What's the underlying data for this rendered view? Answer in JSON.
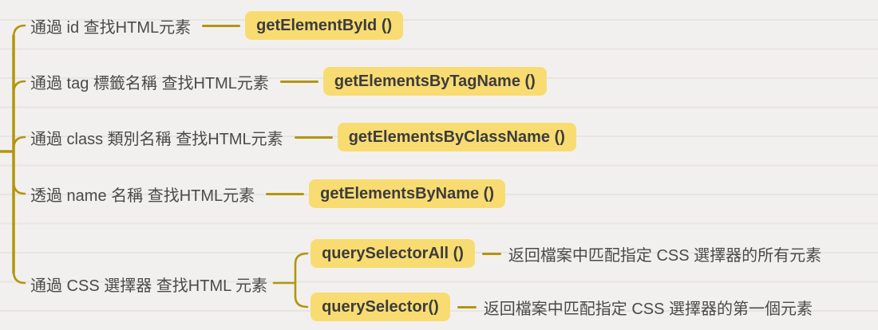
{
  "palette": {
    "line_color": "#B3950E",
    "highlight_color": "#F8DC72",
    "topic_text_color": "#3C3C3C",
    "label_text_color": "#4A4A4A",
    "background_color": "#F2F0EE"
  },
  "branches": [
    {
      "label": "通過 id 查找HTML元素",
      "method": "getElementById ()"
    },
    {
      "label": "通過 tag 標籤名稱 查找HTML元素",
      "method": "getElementsByTagName ()"
    },
    {
      "label": "通過 class 類別名稱 查找HTML元素",
      "method": "getElementsByClassName ()"
    },
    {
      "label": "透過 name 名稱 查找HTML元素",
      "method": "getElementsByName ()"
    },
    {
      "label": "通過 CSS 選擇器 查找HTML 元素",
      "children": [
        {
          "method": "querySelectorAll ()",
          "description": "返回檔案中匹配指定 CSS 選擇器的所有元素"
        },
        {
          "method": "querySelector()",
          "description": "返回檔案中匹配指定 CSS 選擇器的第一個元素"
        }
      ]
    }
  ]
}
